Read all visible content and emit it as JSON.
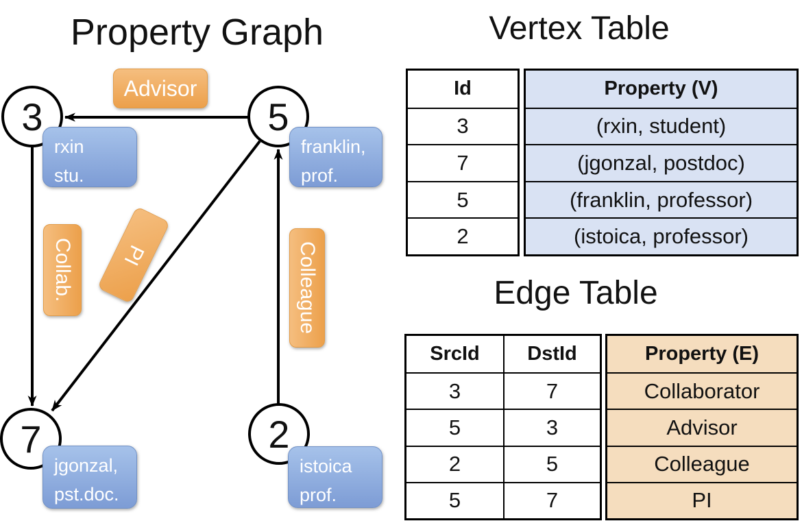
{
  "graph": {
    "title": "Property Graph",
    "nodes": [
      {
        "id": "3",
        "name": "rxin",
        "role": "stu."
      },
      {
        "id": "5",
        "name": "franklin,",
        "role": "prof."
      },
      {
        "id": "7",
        "name": "jgonzal,",
        "role": "pst.doc."
      },
      {
        "id": "2",
        "name": "istoica",
        "role": "prof."
      }
    ],
    "edge_labels": {
      "advisor": "Advisor",
      "collab": "Collab.",
      "pi": "PI",
      "colleague": "Colleague"
    }
  },
  "vertex_table": {
    "title": "Vertex Table",
    "columns": [
      "Id",
      "Property (V)"
    ],
    "rows": [
      [
        "3",
        "(rxin, student)"
      ],
      [
        "7",
        "(jgonzal, postdoc)"
      ],
      [
        "5",
        "(franklin, professor)"
      ],
      [
        "2",
        "(istoica, professor)"
      ]
    ]
  },
  "edge_table": {
    "title": "Edge Table",
    "columns": [
      "SrcId",
      "DstId",
      "Property (E)"
    ],
    "rows": [
      [
        "3",
        "7",
        "Collaborator"
      ],
      [
        "5",
        "3",
        "Advisor"
      ],
      [
        "2",
        "5",
        "Colleague"
      ],
      [
        "5",
        "7",
        "PI"
      ]
    ]
  },
  "colors": {
    "orange_top": "#F5BE7F",
    "orange_bottom": "#ECA04B",
    "orange_border": "#E29A45",
    "blue_top": "#A6C2EA",
    "blue_bottom": "#7D9CD5",
    "blue_border": "#7090C5",
    "vertex_fill": "#D9E2F3",
    "edge_fill": "#F5DDBE",
    "line": "#000000",
    "bg": "#FFFFFF"
  }
}
